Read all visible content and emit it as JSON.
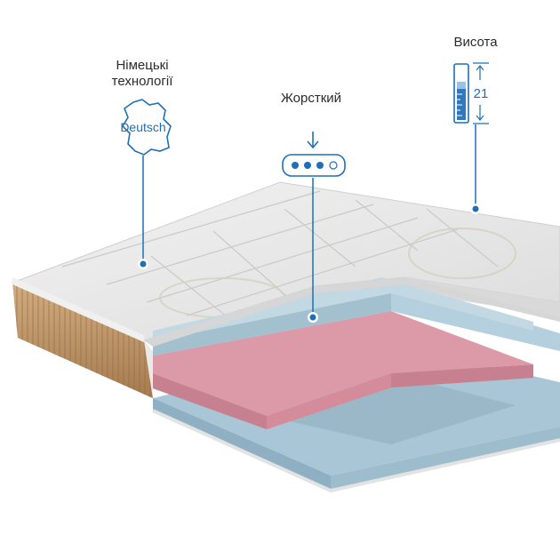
{
  "features": {
    "german": {
      "label_line1": "Німецькі",
      "label_line2": "технології",
      "badge": "Deutsch",
      "icon": "germany-map-icon"
    },
    "firmness": {
      "label": "Жорсткий",
      "icon": "firmness-dots-icon",
      "level": 3,
      "max_level": 4
    },
    "height": {
      "label": "Висота",
      "value": "21",
      "icon": "height-ruler-icon"
    }
  },
  "colors": {
    "accent": "#1e6fb8",
    "foam_blue": "#a9c6d6",
    "foam_pink": "#d88f9e",
    "cover": "#e9e9e9",
    "side_knit": "#c39a6d"
  }
}
